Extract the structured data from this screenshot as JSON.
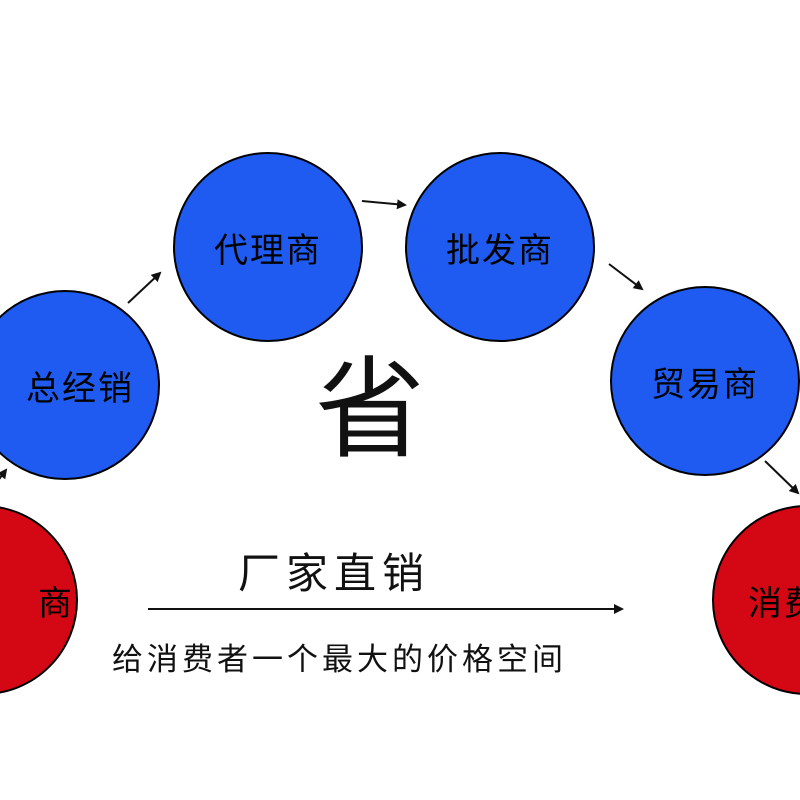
{
  "nodes": {
    "left_red": "商",
    "zongjingxiao": "总经销",
    "dailishang": "代理商",
    "pifashang": "批发商",
    "maoyishang": "贸易商",
    "right_red": "消费"
  },
  "center_char": "省",
  "direct_label": "厂家直销",
  "caption": "给消费者一个最大的价格空间",
  "colors": {
    "blue_node": "#1f5bf0",
    "red_node": "#d40714",
    "text": "#111111"
  }
}
